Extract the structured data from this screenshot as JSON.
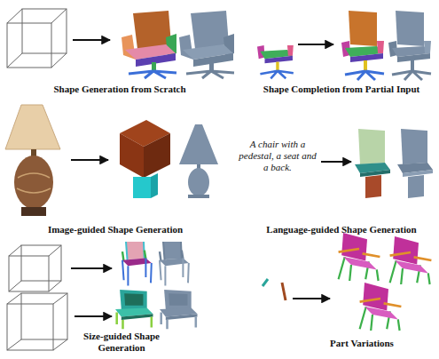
{
  "diagram": {
    "labels": [
      "Shape Generation from Scratch",
      "Shape Completion from Partial Input",
      "Image-guided Shape Generation",
      "A chair with a pedestal, a seat and a back.",
      "Language-guided Shape Generation",
      "Size-guided Shape Generation",
      "Part Variations"
    ]
  }
}
